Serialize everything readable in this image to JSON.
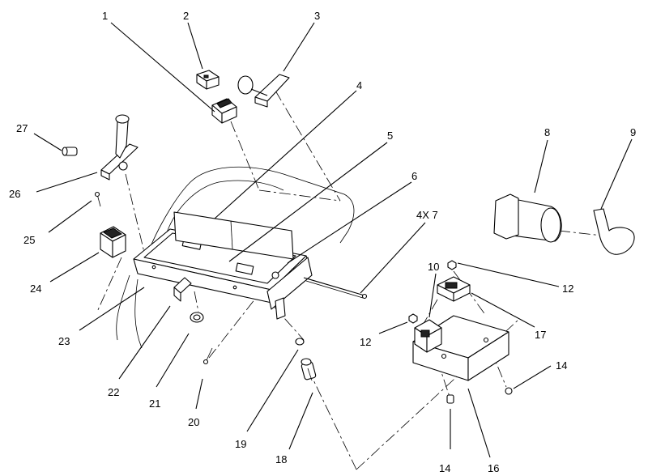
{
  "callouts": [
    {
      "key": "c1",
      "text": "1"
    },
    {
      "key": "c2",
      "text": "2"
    },
    {
      "key": "c3",
      "text": "3"
    },
    {
      "key": "c4",
      "text": "4"
    },
    {
      "key": "c5",
      "text": "5"
    },
    {
      "key": "c6",
      "text": "6"
    },
    {
      "key": "c7",
      "text": "4X 7"
    },
    {
      "key": "c8",
      "text": "8"
    },
    {
      "key": "c9",
      "text": "9"
    },
    {
      "key": "c10",
      "text": "10"
    },
    {
      "key": "c12a",
      "text": "12"
    },
    {
      "key": "c12b",
      "text": "12"
    },
    {
      "key": "c14a",
      "text": "14"
    },
    {
      "key": "c14b",
      "text": "14"
    },
    {
      "key": "c16",
      "text": "16"
    },
    {
      "key": "c17",
      "text": "17"
    },
    {
      "key": "c18",
      "text": "18"
    },
    {
      "key": "c19",
      "text": "19"
    },
    {
      "key": "c20",
      "text": "20"
    },
    {
      "key": "c21",
      "text": "21"
    },
    {
      "key": "c22",
      "text": "22"
    },
    {
      "key": "c23",
      "text": "23"
    },
    {
      "key": "c24",
      "text": "24"
    },
    {
      "key": "c25",
      "text": "25"
    },
    {
      "key": "c26",
      "text": "26"
    },
    {
      "key": "c27",
      "text": "27"
    }
  ]
}
